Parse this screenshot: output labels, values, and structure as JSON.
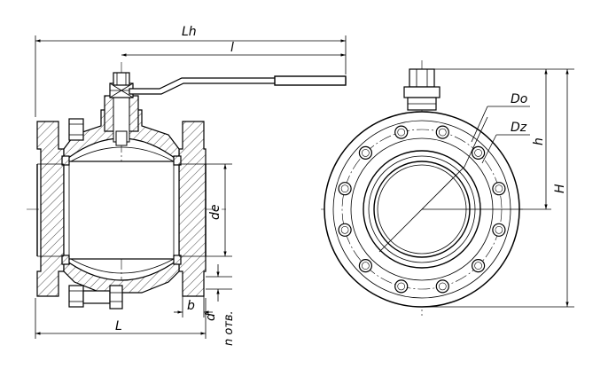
{
  "labels": {
    "Lh": "Lh",
    "l": "l",
    "de": "de",
    "b": "b",
    "d": "d",
    "n_otv": "n отв.",
    "L": "L",
    "Do": "Do",
    "Dz": "Dz",
    "h": "h",
    "H": "H"
  }
}
